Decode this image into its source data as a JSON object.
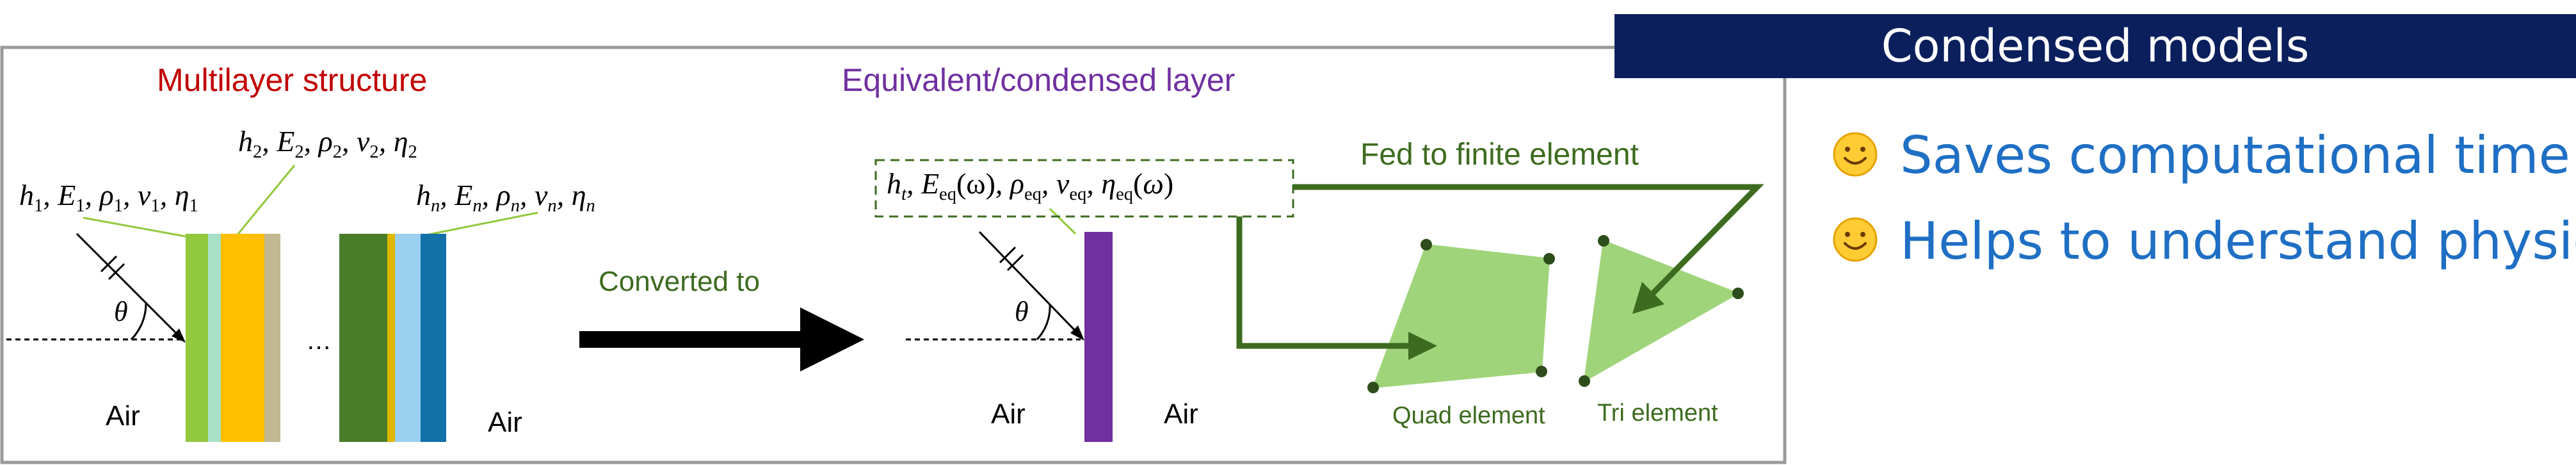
{
  "banner_title": "Condensed models",
  "benefits": [
    {
      "icon": "smiley-icon",
      "text": "Saves computational time"
    },
    {
      "icon": "smiley-icon",
      "text": "Helps to understand physics"
    }
  ],
  "multilayer": {
    "title": "Multilayer structure",
    "layer1_params": {
      "h": "h",
      "E": "E",
      "rho": "ρ",
      "nu": "ν",
      "eta": "η",
      "index": "1"
    },
    "layer2_params": {
      "index": "2"
    },
    "layern_params": {
      "index": "n"
    },
    "angle_symbol": "θ",
    "ellipsis": "…",
    "air_left": "Air",
    "air_right": "Air"
  },
  "arrow_label": "Converted to",
  "equivalent": {
    "title": "Equivalent/condensed layer",
    "params": {
      "h_sub": "t",
      "eq_sub": "eq",
      "omega": "(ω)"
    },
    "angle_symbol": "θ",
    "air_left": "Air",
    "air_right": "Air"
  },
  "fe": {
    "label": "Fed to finite element",
    "quad_label": "Quad element",
    "tri_label": "Tri element"
  },
  "colors": {
    "title_red": "#c00000",
    "title_purple": "#7030a0",
    "green_text": "#3d6b1f",
    "banner_bg": "#0a1f5c",
    "bullet_blue": "#1f6fc4",
    "element_fill": "#9fd47a",
    "layers": [
      "#92c83e",
      "#a9e0c8",
      "#ffc000",
      "#bfb890",
      "#4a7c2a",
      "#e0b800",
      "#9ad0f0",
      "#1171a8"
    ],
    "condensed_layer": "#7030a0"
  }
}
